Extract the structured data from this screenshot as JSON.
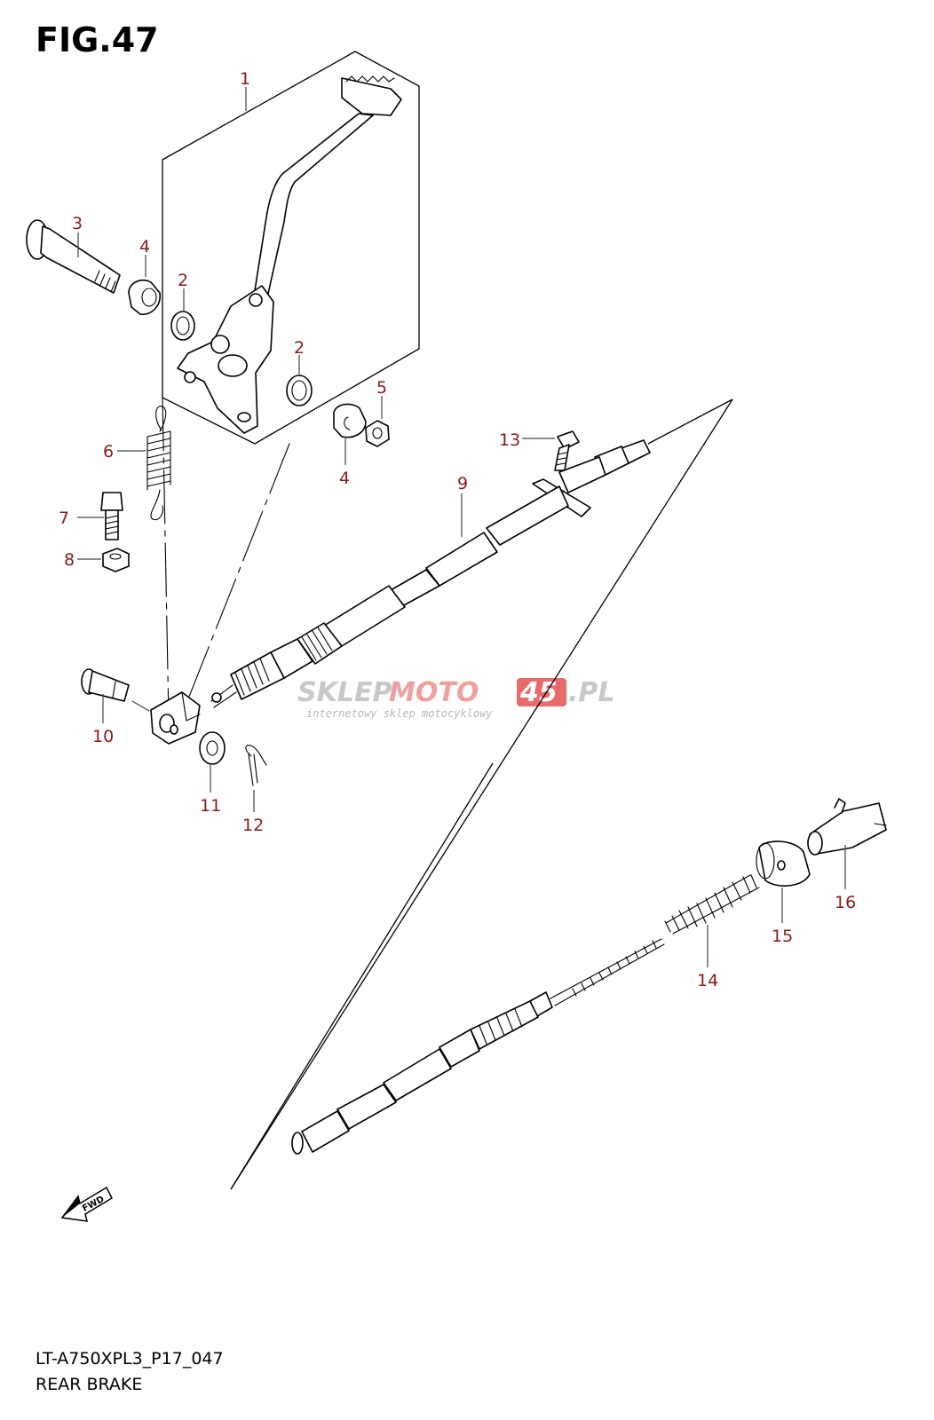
{
  "figure": {
    "title": "FIG.47"
  },
  "callouts": [
    {
      "id": "c1",
      "label": "1"
    },
    {
      "id": "c2a",
      "label": "2"
    },
    {
      "id": "c2b",
      "label": "2"
    },
    {
      "id": "c3",
      "label": "3"
    },
    {
      "id": "c4a",
      "label": "4"
    },
    {
      "id": "c4b",
      "label": "4"
    },
    {
      "id": "c5",
      "label": "5"
    },
    {
      "id": "c6",
      "label": "6"
    },
    {
      "id": "c7",
      "label": "7"
    },
    {
      "id": "c8",
      "label": "8"
    },
    {
      "id": "c9",
      "label": "9"
    },
    {
      "id": "c10",
      "label": "10"
    },
    {
      "id": "c11",
      "label": "11"
    },
    {
      "id": "c12",
      "label": "12"
    },
    {
      "id": "c13",
      "label": "13"
    },
    {
      "id": "c14",
      "label": "14"
    },
    {
      "id": "c15",
      "label": "15"
    },
    {
      "id": "c16",
      "label": "16"
    }
  ],
  "fwd_marker": {
    "label": "FWD"
  },
  "watermark": {
    "brand_part1": "SKLEP",
    "brand_part2": "MOTO",
    "brand_part3": "45",
    "brand_part4": ".PL",
    "tagline": "internetowy sklep motocyklowy"
  },
  "footer": {
    "model_code": "LT-A750XPL3_P17_047",
    "section_name": "REAR BRAKE"
  }
}
